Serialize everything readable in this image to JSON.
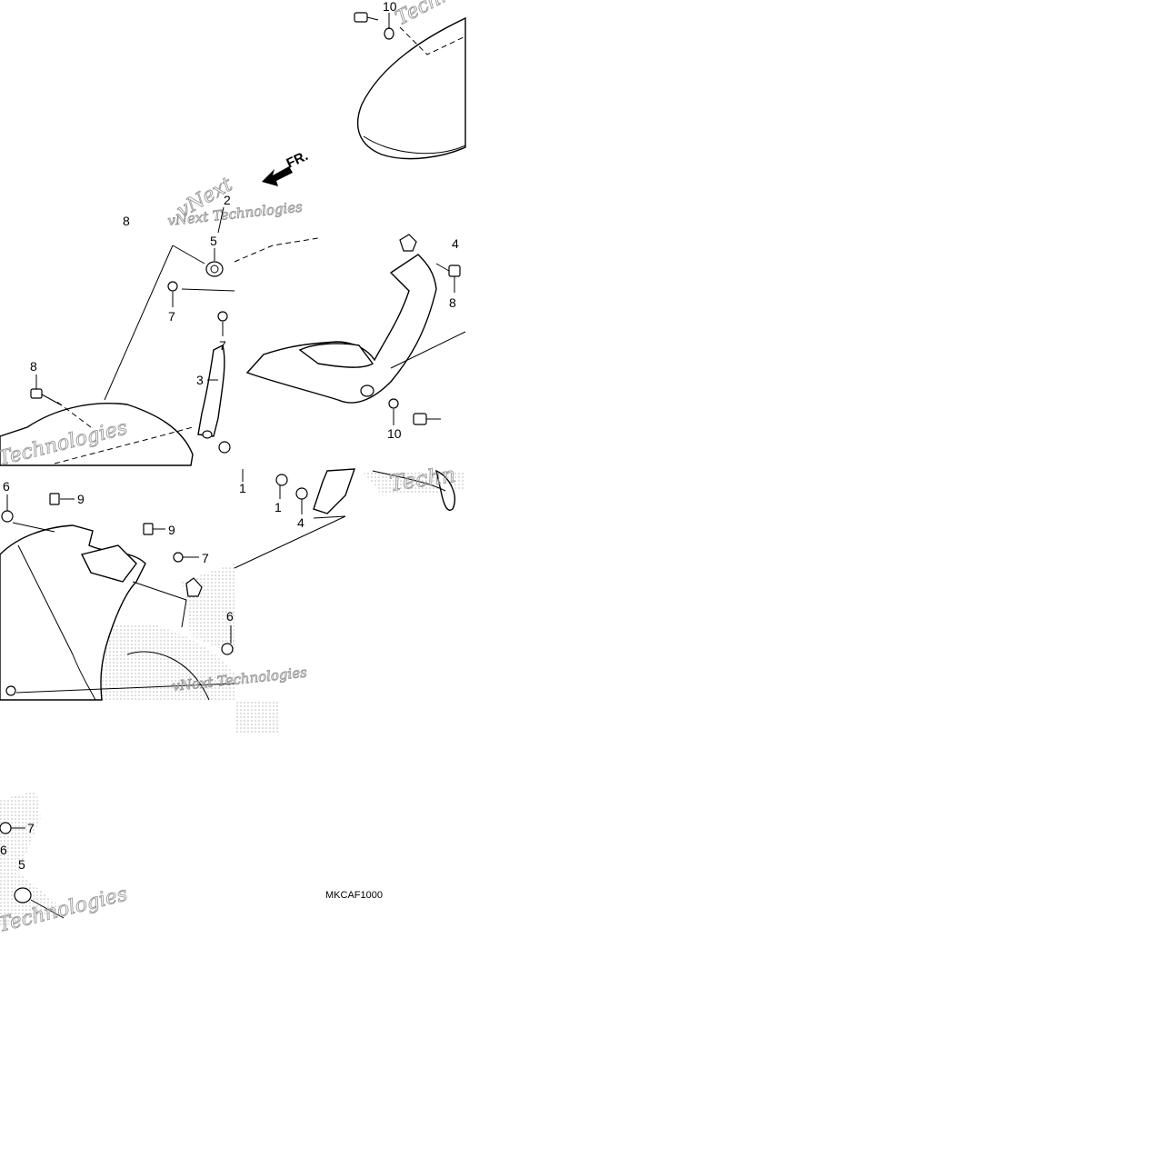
{
  "diagram": {
    "code": "MKCAF1000",
    "direction_label": "FR.",
    "watermark_lines": [
      "vNext Technologies",
      "vNext",
      "Technologies",
      "Technologies",
      "Techn"
    ],
    "callouts": [
      "10",
      "8",
      "2",
      "5",
      "4",
      "7",
      "7",
      "8",
      "3",
      "8",
      "10",
      "6",
      "9",
      "9",
      "1",
      "4",
      "7",
      "6",
      "1",
      "7",
      "5",
      "6"
    ]
  },
  "colors": {
    "ink": "#000000",
    "watermark": "#9a9a9a",
    "hatch": "#b8b8b8"
  }
}
